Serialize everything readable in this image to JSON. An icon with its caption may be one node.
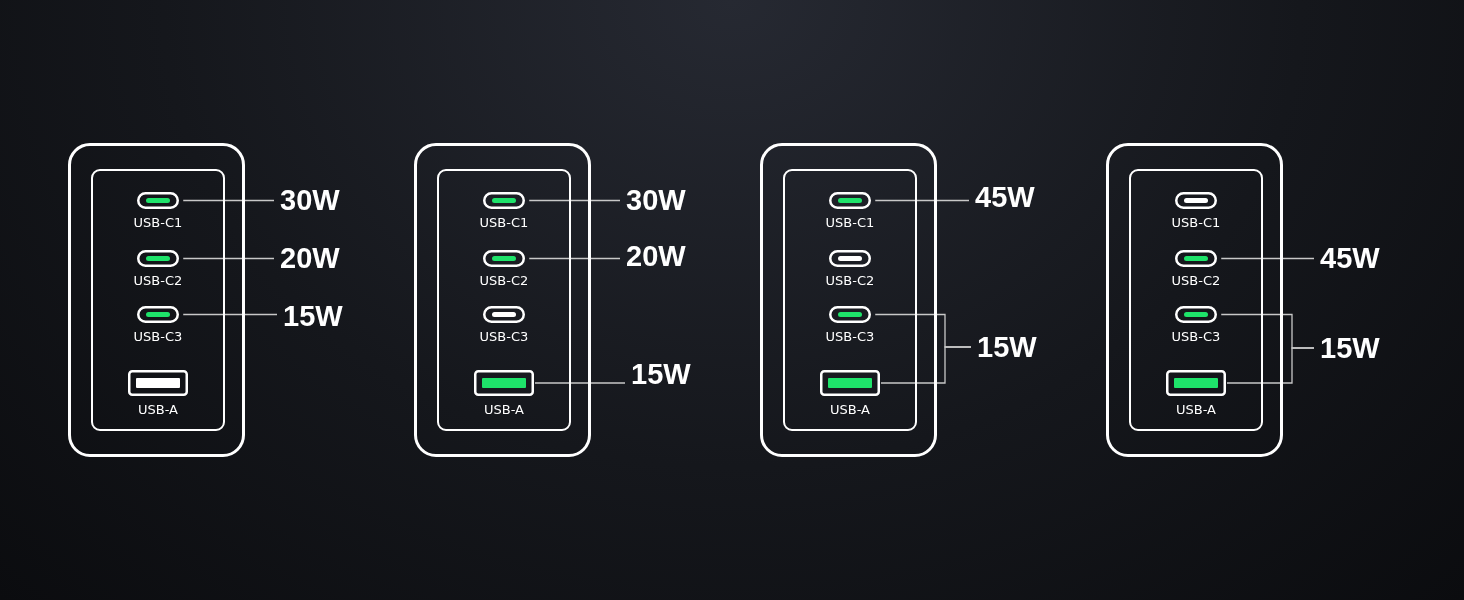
{
  "diagram": {
    "nodes": [
      {
        "text": [],
        "shape": "box"
      },
      {
        "text": [],
        "shape": "box",
        "in": 0
      },
      {
        "text": [
          "USB-C1"
        ],
        "in": 1
      },
      {
        "text": [
          "USB-C2"
        ],
        "in": 1
      },
      {
        "text": [
          "USB-C3"
        ],
        "in": 1
      },
      {
        "text": [
          "USB-A"
        ],
        "in": 1
      },
      {
        "text": [
          "30W"
        ]
      },
      {
        "text": [
          "20W"
        ]
      },
      {
        "text": [
          "15W"
        ]
      },
      {
        "text": [],
        "shape": "box"
      },
      {
        "text": [],
        "shape": "box",
        "in": 9
      },
      {
        "text": [
          "USB-C1"
        ],
        "in": 10
      },
      {
        "text": [
          "USB-C2"
        ],
        "in": 10
      },
      {
        "text": [
          "USB-C3"
        ],
        "in": 10
      },
      {
        "text": [
          "USB-A"
        ],
        "in": 10
      },
      {
        "text": [
          "30W"
        ]
      },
      {
        "text": [
          "20W"
        ]
      },
      {
        "text": [
          "15W"
        ]
      },
      {
        "text": [],
        "shape": "box"
      },
      {
        "text": [],
        "shape": "box",
        "in": 18
      },
      {
        "text": [
          "USB-C1"
        ],
        "in": 19
      },
      {
        "text": [
          "USB-C2"
        ],
        "in": 19
      },
      {
        "text": [
          "USB-C3"
        ],
        "in": 19
      },
      {
        "text": [
          "USB-A"
        ],
        "in": 19
      },
      {
        "text": [
          "45W"
        ]
      },
      {
        "text": [
          "15W"
        ]
      },
      {
        "text": [],
        "shape": "box"
      },
      {
        "text": [],
        "shape": "box",
        "in": 26
      },
      {
        "text": [
          "USB-C1"
        ],
        "in": 27
      },
      {
        "text": [
          "USB-C2"
        ],
        "in": 27
      },
      {
        "text": [
          "USB-C3"
        ],
        "in": 27
      },
      {
        "text": [
          "USB-A"
        ],
        "in": 27
      },
      {
        "text": [
          "45W"
        ]
      },
      {
        "text": [
          "15W"
        ]
      }
    ],
    "edges": [
      {
        "from": 6,
        "to": 2,
        "arrow": "none"
      },
      {
        "from": 7,
        "to": 3,
        "arrow": "none"
      },
      {
        "from": 8,
        "to": 4,
        "arrow": "none"
      },
      {
        "from": 15,
        "to": 11,
        "arrow": "none"
      },
      {
        "from": 16,
        "to": 12,
        "arrow": "none"
      },
      {
        "from": 17,
        "to": 14,
        "arrow": "none"
      },
      {
        "from": 24,
        "to": 20,
        "arrow": "none"
      },
      {
        "from": 25,
        "to": 22,
        "arrow": "none"
      },
      {
        "from": 25,
        "to": 23,
        "arrow": "none"
      },
      {
        "from": 32,
        "to": 29,
        "arrow": "none"
      },
      {
        "from": 33,
        "to": 30,
        "arrow": "none"
      },
      {
        "from": 33,
        "to": 31,
        "arrow": "none"
      }
    ]
  }
}
